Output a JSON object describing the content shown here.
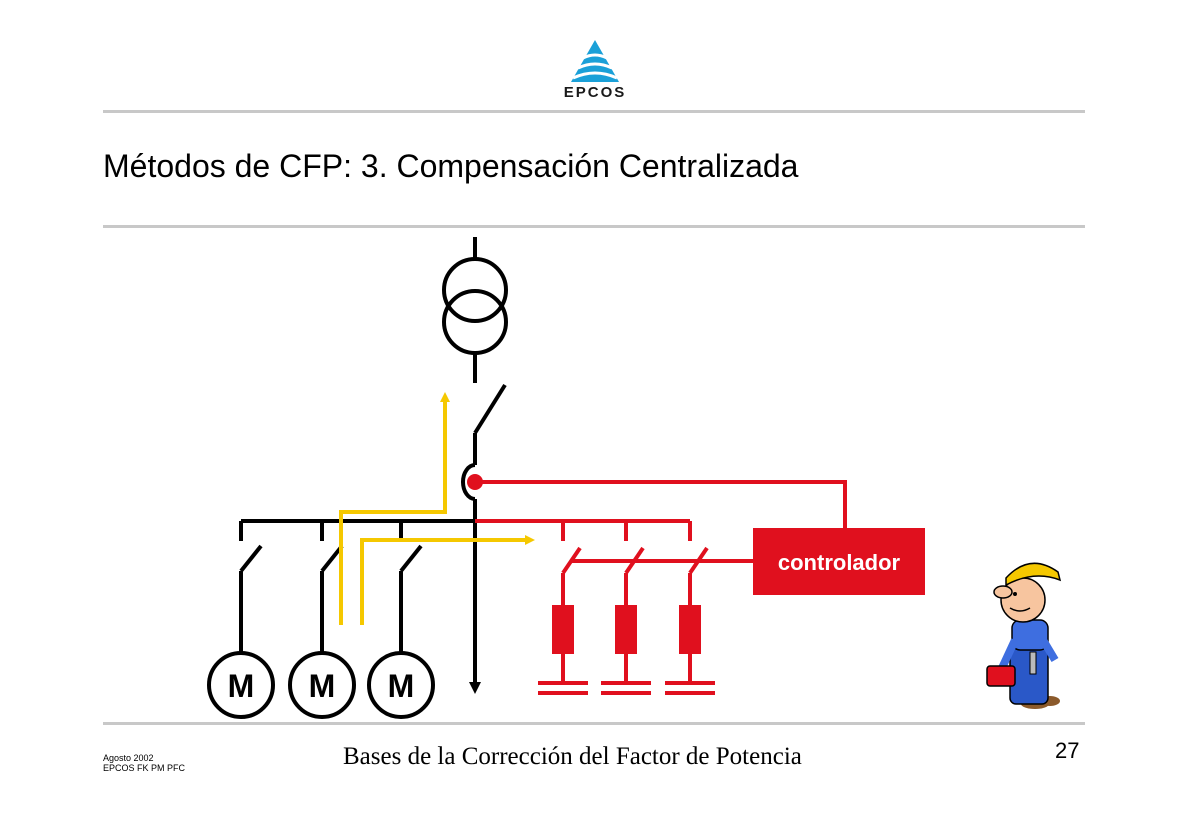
{
  "brand": {
    "logo_text": "EPCOS",
    "logo_icon": "pyramid-logo-icon",
    "logo_color": "#1aa0d8"
  },
  "slide": {
    "title": "Métodos de CFP: 3. Compensación Centralizada",
    "page_number": "27"
  },
  "diagram": {
    "motor_label": "M",
    "motor_labels": [
      "M",
      "M",
      "M"
    ],
    "controller_label": "controlador",
    "colors": {
      "line": "#000000",
      "compensation": "#e0101e",
      "reactive_flow": "#f5c800"
    },
    "icons": [
      "transformer-icon",
      "main-switch-icon",
      "current-sensor-icon",
      "motor-icon",
      "capacitor-icon",
      "reactor-icon",
      "worker-cartoon-icon"
    ]
  },
  "footer": {
    "date": "Agosto 2002",
    "code": "EPCOS FK PM PFC",
    "subtitle": "Bases de la Corrección del Factor de Potencia"
  }
}
